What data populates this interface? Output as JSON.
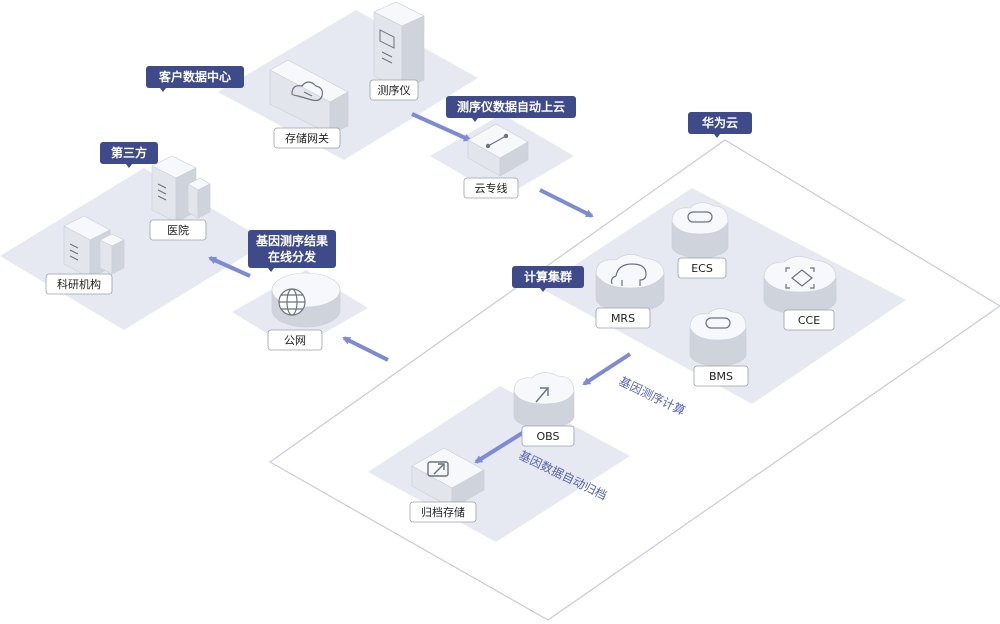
{
  "colors": {
    "tag_bg": "#3f4a8a",
    "arrow": "#7d8ad6",
    "platform": "#e6e9f2",
    "cloud_border": "#c8ccd6",
    "device_top": "#f7f8fb",
    "device_left": "#e2e5ec",
    "device_right": "#cfd3dc",
    "icon_stroke": "#6b7380"
  },
  "zones": {
    "customer_dc": "客户数据中心",
    "third_party": "第三方",
    "huawei_cloud": "华为云",
    "compute_cluster": "计算集群"
  },
  "notes": {
    "sequencer_upload": "测序仪数据自动上云",
    "results_line1": "基因测序结果",
    "results_line2": "在线分发"
  },
  "nodes": {
    "sequencer": "测序仪",
    "storage_gateway": "存储网关",
    "direct_connect": "云专线",
    "hospital": "医院",
    "research": "科研机构",
    "public_net": "公网",
    "ecs": "ECS",
    "mrs": "MRS",
    "bms": "BMS",
    "cce": "CCE",
    "obs": "OBS",
    "archive": "归档存储"
  },
  "flows": {
    "gene_compute": "基因测序计算",
    "gene_archive": "基因数据自动归档"
  },
  "icons": [
    "server-icon",
    "cloud-gateway-icon",
    "line-icon",
    "building-icon",
    "globe-icon",
    "cloud-icon",
    "elephant-icon",
    "container-icon",
    "upload-icon"
  ]
}
